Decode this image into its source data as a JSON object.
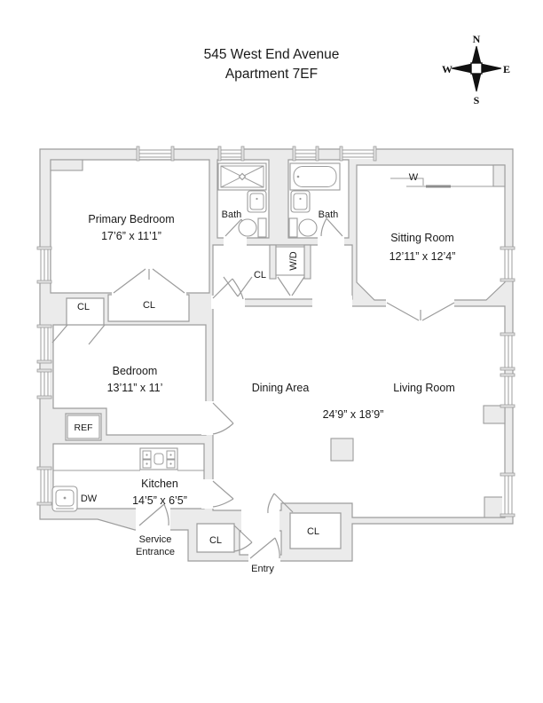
{
  "title": {
    "line1": "545 West End Avenue",
    "line2": "Apartment 7EF"
  },
  "compass": {
    "north": "N",
    "south": "S",
    "west": "W",
    "east": "E"
  },
  "rooms": {
    "primary_bedroom": {
      "name": "Primary Bedroom",
      "dims": "17’6” x 11’1”"
    },
    "bath_left": {
      "name": "Bath"
    },
    "bath_right": {
      "name": "Bath"
    },
    "sitting_room": {
      "name": "Sitting Room",
      "dims": "12’11” x 12’4”"
    },
    "bedroom": {
      "name": "Bedroom",
      "dims": "13’11” x 11’"
    },
    "dining_area": {
      "name": "Dining Area"
    },
    "living_room": {
      "name": "Living Room"
    },
    "living_dining_dims": "24’9” x 18’9”",
    "kitchen": {
      "name": "Kitchen",
      "dims": "14’5” x 6’5”"
    },
    "service_entrance": {
      "line1": "Service",
      "line2": "Entrance"
    },
    "entry": "Entry"
  },
  "fixtures": {
    "closet": "CL",
    "washer_dryer": "W/D",
    "refrigerator": "REF",
    "dishwasher": "DW",
    "wardrobe": "W"
  }
}
